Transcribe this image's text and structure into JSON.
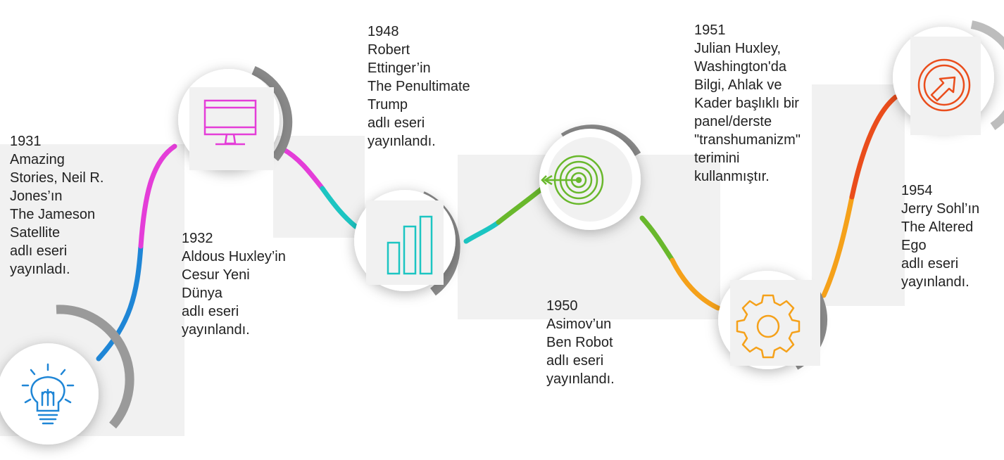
{
  "colors": {
    "bulb": "#1f86d6",
    "monitor": "#e43dd8",
    "chart": "#1cc5c2",
    "target": "#69b82c",
    "gear": "#f5a11a",
    "arrow": "#ea4d1c"
  },
  "events": [
    {
      "year": "1931",
      "text": "Amazing\nStories, Neil R.\nJones’ın\nThe Jameson\nSatellite\nadlı eseri\nyayınladı.",
      "icon": "lightbulb-icon"
    },
    {
      "year": "1932",
      "text": "Aldous Huxley’in\nCesur Yeni\nDünya\nadlı eseri\nyayınlandı.",
      "icon": "monitor-icon"
    },
    {
      "year": "1948",
      "text": "Robert\nEttinger’in\nThe Penultimate\nTrump\nadlı eseri\nyayınlandı.",
      "icon": "bar-chart-icon"
    },
    {
      "year": "1950",
      "text": " Asimov’un\nBen Robot\nadlı eseri\nyayınlandı.",
      "icon": "target-icon"
    },
    {
      "year": "1951",
      "text": "Julian Huxley,\nWashington'da\nBilgi, Ahlak ve\nKader başlıklı  bir\npanel/derste\n\"transhumanizm\"\nterimini\nkullanmıştır.",
      "icon": "gear-icon"
    },
    {
      "year": "1954",
      "text": "Jerry Sohl’ın\nThe Altered\nEgo\nadlı eseri\nyayınlandı.",
      "icon": "arrow-badge-icon"
    }
  ]
}
